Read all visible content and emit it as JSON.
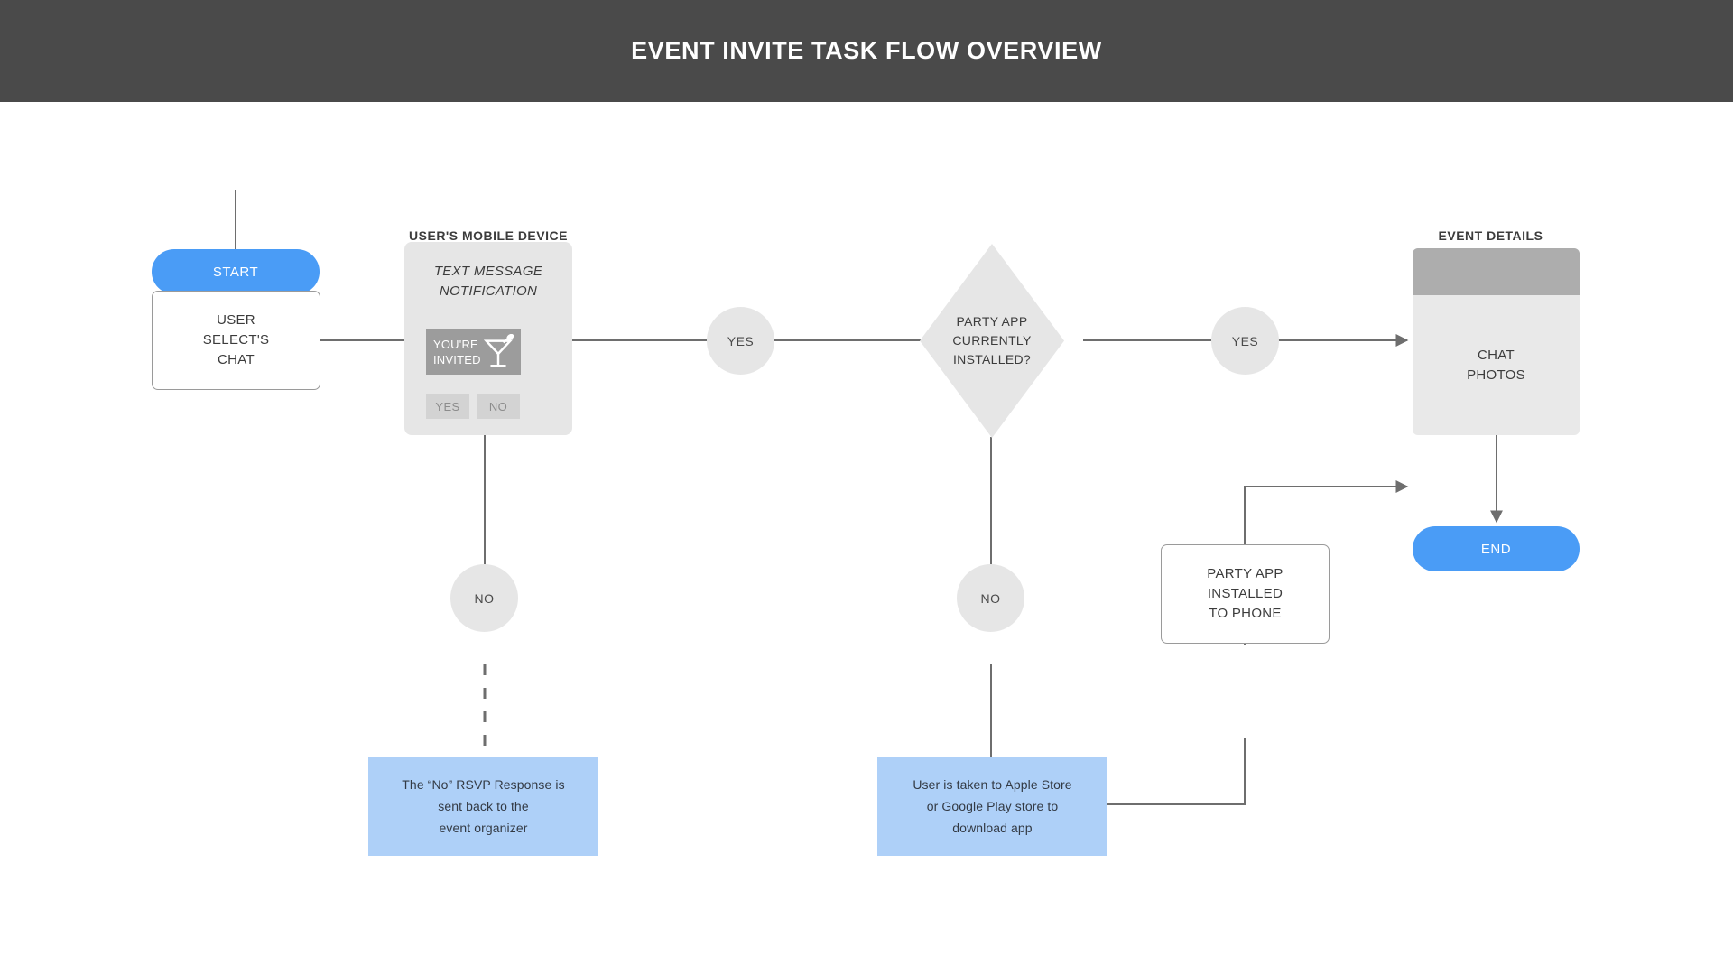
{
  "header": {
    "title": "EVENT INVITE TASK FLOW OVERVIEW"
  },
  "colors": {
    "header_bar": "#4a4a4a",
    "terminator_blue": "#4a9cf6",
    "note_blue": "#aed0f8",
    "shape_gray": "#e6e6e6",
    "card_header_gray": "#adadad",
    "banner_gray": "#9c9c9c",
    "edge_gray": "#6e6e6e",
    "canvas_white": "#ffffff"
  },
  "groups": {
    "mobile_device": "USER'S MOBILE DEVICE",
    "event_details": "EVENT DETAILS"
  },
  "nodes": {
    "start": "START",
    "end": "END",
    "user_selects_chat": "USER\nSELECT'S\nCHAT",
    "decision": "PARTY APP\nCURRENTLY\nINSTALLED?",
    "party_app_installed": "PARTY APP\nINSTALLED\nTO PHONE",
    "chat_photos": "CHAT\nPHOTOS"
  },
  "phone": {
    "caption": "TEXT MESSAGE\nNOTIFICATION",
    "banner_text": "YOU'RE\nINVITED",
    "banner_icon": "martini-glass-icon",
    "buttons": [
      {
        "label": "YES"
      },
      {
        "label": "NO"
      }
    ]
  },
  "edge_labels": {
    "notification_yes": "YES",
    "notification_no": "NO",
    "decision_yes": "YES",
    "decision_no": "NO"
  },
  "notes": [
    {
      "id": "rsvp-no-note",
      "text": "The “No” RSVP Response is\nsent back to the\nevent organizer"
    },
    {
      "id": "app-store-note",
      "text": "User is taken to Apple Store\nor Google Play store to\ndownload app"
    }
  ]
}
